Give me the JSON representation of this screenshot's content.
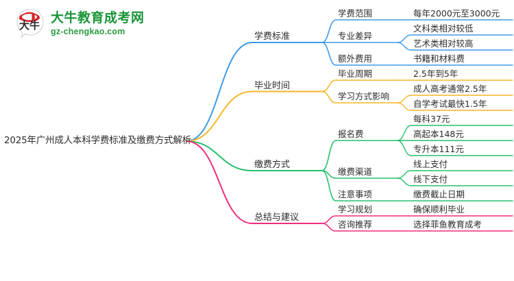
{
  "logo": {
    "mark_text": "大牛",
    "title": "大牛教育成考网",
    "subtitle": "gz-chengkao.com",
    "brand_green": "#1a9438",
    "brand_red": "#d8262b"
  },
  "mindmap": {
    "root": {
      "label": "2025年广州成人本科学费标准及缴费方式解析"
    },
    "branches": [
      {
        "label": "学费标准",
        "color": "#3d9ae8",
        "children": [
          {
            "label": "学费范围",
            "children": [
              {
                "label": "每年2000元至3000元"
              }
            ]
          },
          {
            "label": "专业差异",
            "children": [
              {
                "label": "文科类相对较低"
              },
              {
                "label": "艺术类相对较高"
              }
            ]
          },
          {
            "label": "额外费用",
            "children": [
              {
                "label": "书籍和材料费"
              }
            ]
          }
        ]
      },
      {
        "label": "毕业时间",
        "color": "#f5b625",
        "children": [
          {
            "label": "毕业周期",
            "children": [
              {
                "label": "2.5年到5年"
              }
            ]
          },
          {
            "label": "学习方式影响",
            "children": [
              {
                "label": "成人高考通常2.5年"
              },
              {
                "label": "自学考试最快1.5年"
              }
            ]
          }
        ]
      },
      {
        "label": "缴费方式",
        "color": "#22c06a",
        "children": [
          {
            "label": "报名费",
            "children": [
              {
                "label": "每科37元"
              },
              {
                "label": "高起本148元"
              },
              {
                "label": "专升本111元"
              }
            ]
          },
          {
            "label": "缴费渠道",
            "children": [
              {
                "label": "线上支付"
              },
              {
                "label": "线下支付"
              }
            ]
          },
          {
            "label": "注意事项",
            "children": [
              {
                "label": "缴费截止日期"
              }
            ]
          }
        ]
      },
      {
        "label": "总结与建议",
        "color": "#f02d7e",
        "children": [
          {
            "label": "学习规划",
            "children": [
              {
                "label": "确保顺利毕业"
              }
            ]
          },
          {
            "label": "咨询推荐",
            "children": [
              {
                "label": "选择菲鱼教育成考"
              }
            ]
          }
        ]
      }
    ]
  }
}
